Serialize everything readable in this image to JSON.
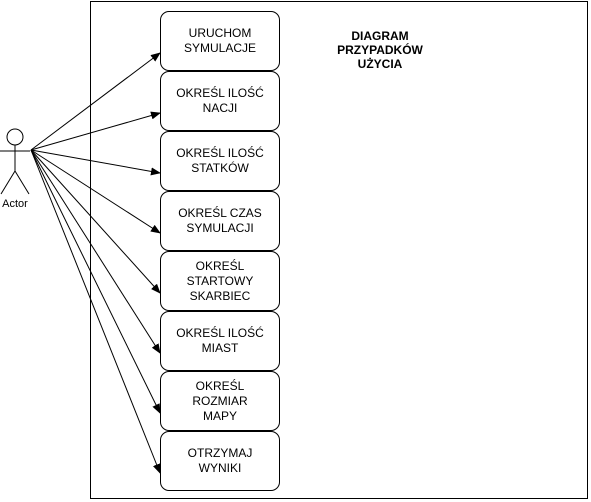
{
  "diagram": {
    "title": "DIAGRAM\nPRZYPADKÓW\nUŻYCIA",
    "actor": {
      "label": "Actor"
    },
    "use_cases": [
      "URUCHOM\nSYMULACJE",
      "OKREŚL ILOŚĆ\nNACJI",
      "OKREŚL ILOŚĆ\nSTATKÓW",
      "OKREŚL CZAS\nSYMULACJI",
      "OKREŚL\nSTARTOWY\nSKARBIEC",
      "OKREŚL ILOŚĆ\nMIAST",
      "OKREŚL ROZMIAR\nMAPY",
      "OTRZYMAJ\nWYNIKI"
    ],
    "colors": {
      "stroke": "#000000",
      "background": "#ffffff"
    }
  }
}
